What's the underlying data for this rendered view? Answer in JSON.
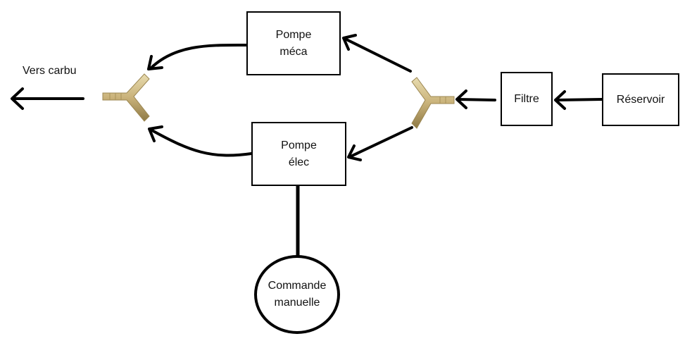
{
  "diagram": {
    "title": "",
    "nodes": {
      "pompe_meca": {
        "lines": [
          "Pompe",
          "méca"
        ]
      },
      "pompe_elec": {
        "lines": [
          "Pompe",
          "élec"
        ]
      },
      "filtre": {
        "lines": [
          "Filtre"
        ]
      },
      "reservoir": {
        "lines": [
          "Réservoir"
        ]
      },
      "commande": {
        "lines": [
          "Commande",
          "manuelle"
        ]
      },
      "vers_carbu": {
        "label": "Vers carbu"
      }
    },
    "connectors": [
      {
        "id": "y-fitting-left",
        "type": "brass Y fitting"
      },
      {
        "id": "y-fitting-right",
        "type": "brass Y fitting"
      }
    ],
    "edges": [
      {
        "from": "reservoir",
        "to": "filtre",
        "style": "arrow"
      },
      {
        "from": "filtre",
        "to": "y-fitting-right",
        "style": "arrow"
      },
      {
        "from": "y-fitting-right",
        "to": "pompe_meca",
        "style": "arrow"
      },
      {
        "from": "y-fitting-right",
        "to": "pompe_elec",
        "style": "arrow"
      },
      {
        "from": "pompe_meca",
        "to": "y-fitting-left",
        "style": "curved-arrow"
      },
      {
        "from": "pompe_elec",
        "to": "y-fitting-left",
        "style": "curved-arrow"
      },
      {
        "from": "y-fitting-left",
        "to": "vers_carbu",
        "style": "arrow"
      },
      {
        "from": "commande",
        "to": "pompe_elec",
        "style": "line"
      }
    ]
  }
}
